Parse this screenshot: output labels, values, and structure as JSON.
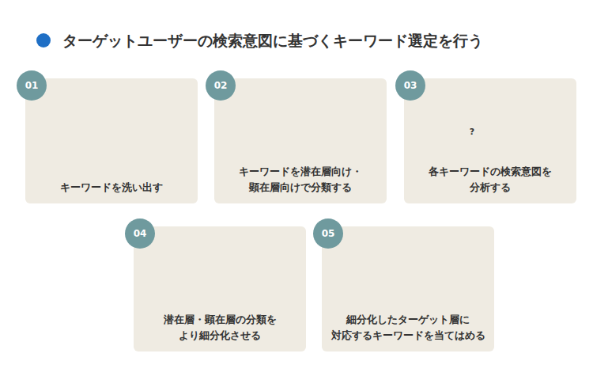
{
  "diagram": {
    "title": "ターゲットユーザーの検索意図に基づくキーワード選定を行う",
    "nodes": [
      {
        "text": [
          "キーワードを洗い出す"
        ]
      },
      {
        "text": [
          "01"
        ],
        "in": 0
      },
      {
        "text": [
          "キーワードを潜在層向け・ 顕在層向けで分類する"
        ]
      },
      {
        "text": [
          "02"
        ],
        "in": 2
      },
      {
        "text": [
          "各キーワードの検索意図を 分析する"
        ]
      },
      {
        "text": [
          "03"
        ],
        "in": 4
      },
      {
        "text": [
          "潜在層・顕在層の分類を より細分化させる"
        ]
      },
      {
        "text": [
          "04"
        ],
        "in": 6
      },
      {
        "text": [
          "細分化したターゲット層に 対応するキーワードを当てはめる"
        ]
      },
      {
        "text": [
          "05"
        ],
        "in": 8
      }
    ],
    "labels": [
      "?"
    ]
  }
}
